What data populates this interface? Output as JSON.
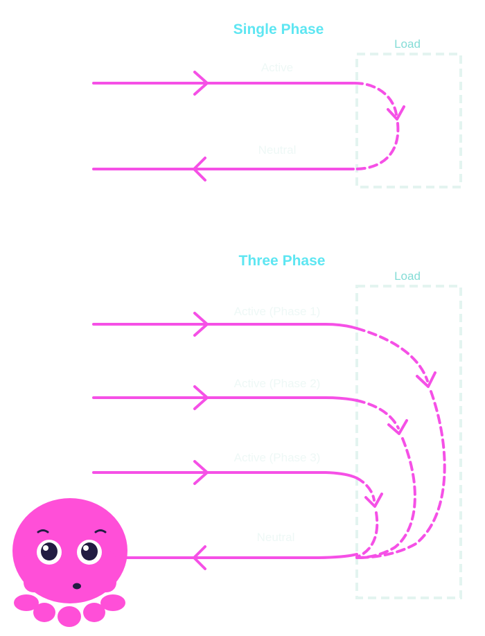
{
  "colors": {
    "wire": "#f550e6",
    "heading": "#5ee6f2",
    "label": "#eef8f6",
    "load_label": "#84dcd6",
    "load_box": "#e3f4f0",
    "mascot_body": "#ff4fd8",
    "mascot_eye": "#221c42"
  },
  "single_phase": {
    "title": "Single Phase",
    "load_label": "Load",
    "active_label": "Active",
    "neutral_label": "Neutral"
  },
  "three_phase": {
    "title": "Three Phase",
    "load_label": "Load",
    "phase1_label": "Active (Phase 1)",
    "phase2_label": "Active (Phase 2)",
    "phase3_label": "Active (Phase 3)",
    "neutral_label": "Neutral"
  },
  "mascot": {
    "icon": "octopus-mascot-icon"
  }
}
